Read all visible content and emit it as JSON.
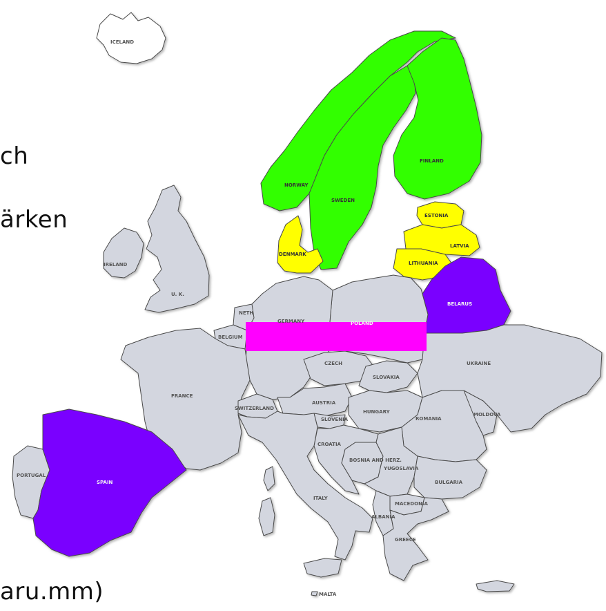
{
  "background_text": [
    "ch",
    "ärken",
    "aru.mm)"
  ],
  "colors": {
    "default": "#d3d6df",
    "green": "#33ff00",
    "yellow": "#ffff00",
    "purple": "#7a00ff",
    "magenta": "#ff00ff",
    "border": "#4a4a4a"
  },
  "countries": {
    "iceland": {
      "label": "ICELAND",
      "color": "#ffffff"
    },
    "norway": {
      "label": "NORWAY",
      "color": "#33ff00"
    },
    "sweden": {
      "label": "SWEDEN",
      "color": "#33ff00"
    },
    "finland": {
      "label": "FINLAND",
      "color": "#33ff00"
    },
    "estonia": {
      "label": "ESTONIA",
      "color": "#ffff00"
    },
    "latvia": {
      "label": "LATVIA",
      "color": "#ffff00"
    },
    "lithuania": {
      "label": "LITHUANIA",
      "color": "#ffff00"
    },
    "denmark": {
      "label": "DENMARK",
      "color": "#ffff00"
    },
    "belarus": {
      "label": "BELARUS",
      "color": "#7a00ff"
    },
    "spain": {
      "label": "SPAIN",
      "color": "#7a00ff"
    },
    "germany": {
      "label": "GERMANY",
      "color": "#d3d6df"
    },
    "poland": {
      "label": "POLAND",
      "color": "#d3d6df"
    },
    "ireland": {
      "label": "IRELAND",
      "color": "#d3d6df"
    },
    "uk": {
      "label": "U. K.",
      "color": "#d3d6df"
    },
    "netherlands": {
      "label": "NETH",
      "color": "#d3d6df"
    },
    "belgium": {
      "label": "BELGIUM",
      "color": "#d3d6df"
    },
    "france": {
      "label": "FRANCE",
      "color": "#d3d6df"
    },
    "portugal": {
      "label": "PORTUGAL",
      "color": "#d3d6df"
    },
    "switzerland": {
      "label": "SWITZERLAND",
      "color": "#d3d6df"
    },
    "austria": {
      "label": "AUSTRIA",
      "color": "#d3d6df"
    },
    "slovenia": {
      "label": "SLOVENIA",
      "color": "#d3d6df"
    },
    "croatia": {
      "label": "CROATIA",
      "color": "#d3d6df"
    },
    "bosnia": {
      "label": "BOSNIA AND HERZ.",
      "color": "#d3d6df"
    },
    "czech": {
      "label": "CZECH",
      "color": "#d3d6df"
    },
    "slovakia": {
      "label": "SLOVAKIA",
      "color": "#d3d6df"
    },
    "hungary": {
      "label": "HUNGARY",
      "color": "#d3d6df"
    },
    "romania": {
      "label": "ROMANIA",
      "color": "#d3d6df"
    },
    "moldova": {
      "label": "MOLDOVA",
      "color": "#d3d6df"
    },
    "ukraine": {
      "label": "UKRAINE",
      "color": "#d3d6df"
    },
    "yugoslavia": {
      "label": "YUGOSLAVIA",
      "color": "#d3d6df"
    },
    "bulgaria": {
      "label": "BULGARIA",
      "color": "#d3d6df"
    },
    "macedonia": {
      "label": "MACEDONIA",
      "color": "#d3d6df"
    },
    "albania": {
      "label": "ALBANIA",
      "color": "#d3d6df"
    },
    "greece": {
      "label": "GREECE",
      "color": "#d3d6df"
    },
    "italy": {
      "label": "ITALY",
      "color": "#d3d6df"
    },
    "malta": {
      "label": "MALTA",
      "color": "#d3d6df"
    }
  },
  "overlay_band": {
    "color": "#ff00ff",
    "label": "POLAND"
  }
}
